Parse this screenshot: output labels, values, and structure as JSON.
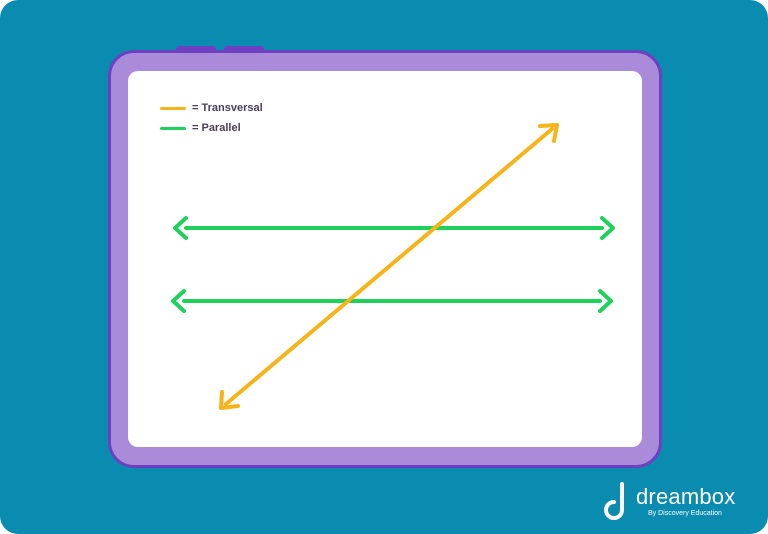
{
  "legend": {
    "transversal_label": "= Transversal",
    "parallel_label": "= Parallel"
  },
  "colors": {
    "background": "#0a8bb0",
    "tablet_body": "#a98bd9",
    "tablet_border": "#6f3fc1",
    "transversal": "#f7b31a",
    "parallel": "#1ed15a"
  },
  "branding": {
    "brand_name": "dreambox",
    "tagline": "By Discovery Education"
  }
}
